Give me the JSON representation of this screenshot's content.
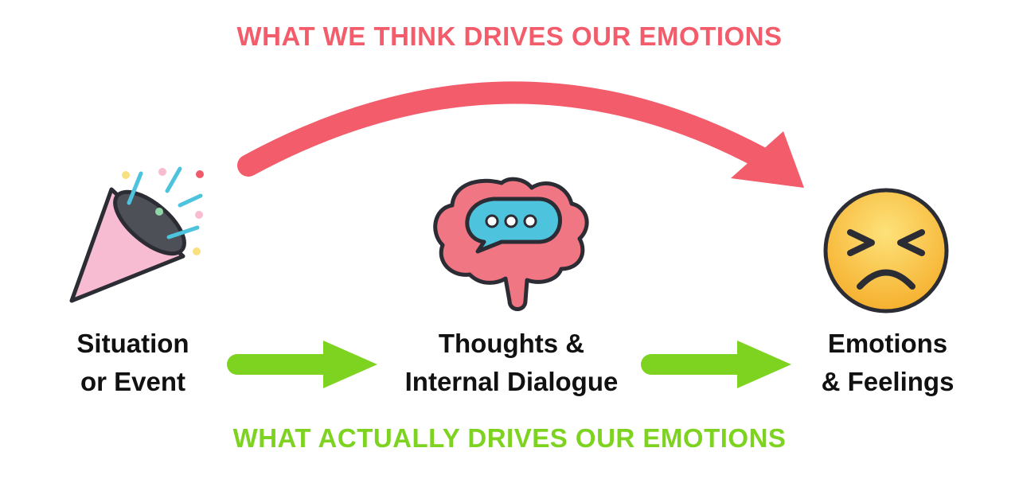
{
  "top_heading": "WHAT WE THINK DRIVES OUR EMOTIONS",
  "bottom_heading": "WHAT ACTUALLY DRIVES OUR EMOTIONS",
  "nodes": [
    {
      "line1": "Situation",
      "line2": "or Event",
      "icon": "party-popper-icon"
    },
    {
      "line1": "Thoughts &",
      "line2": "Internal Dialogue",
      "icon": "brain-speech-bubble-icon"
    },
    {
      "line1": "Emotions",
      "line2": "& Feelings",
      "icon": "upset-face-icon"
    }
  ],
  "colors": {
    "perceived": "#f25c6b",
    "actual": "#7ed321",
    "text": "#111111"
  }
}
